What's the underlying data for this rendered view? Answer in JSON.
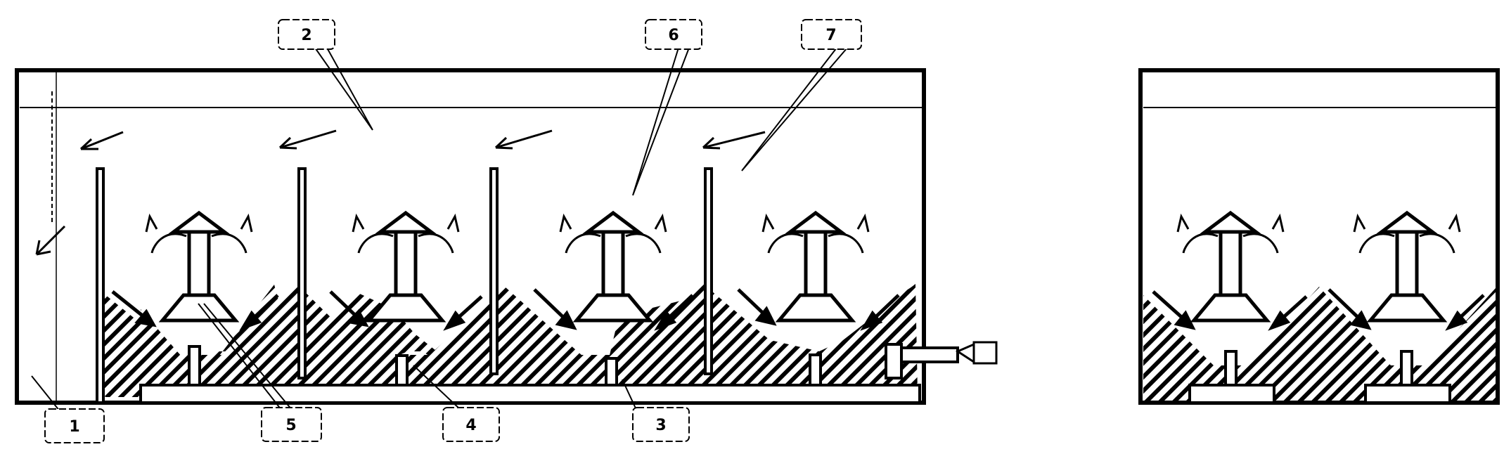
{
  "callouts": [
    {
      "label": "1"
    },
    {
      "label": "2"
    },
    {
      "label": "3"
    },
    {
      "label": "4"
    },
    {
      "label": "5"
    },
    {
      "label": "6"
    },
    {
      "label": "7"
    }
  ],
  "colors": {
    "ink": "#000000",
    "paper": "#ffffff"
  }
}
